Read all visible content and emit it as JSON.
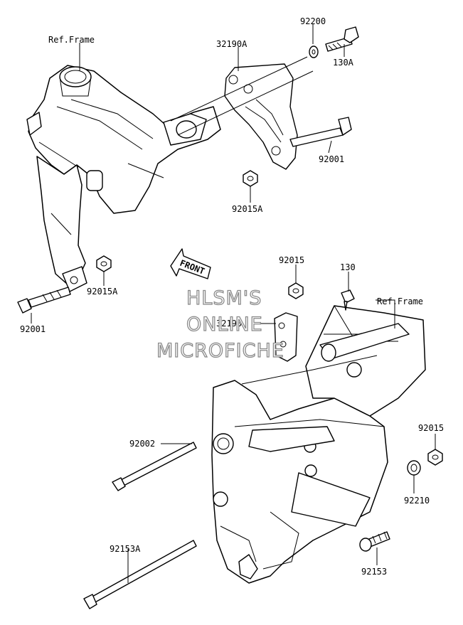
{
  "labels": {
    "ref_frame_top": "Ref.Frame",
    "ref_frame_right": "Ref.Frame",
    "p32190A": "32190A",
    "p92200": "92200",
    "p130A": "130A",
    "p92001_top": "92001",
    "p92015A_top": "92015A",
    "p92015A_left": "92015A",
    "p92001_left": "92001",
    "p92015_top": "92015",
    "p130": "130",
    "p32190": "32190",
    "p92002": "92002",
    "p92015_right": "92015",
    "p92210": "92210",
    "p92153A": "92153A",
    "p92153": "92153"
  },
  "front_arrow": "FRONT",
  "watermark": {
    "line1": "HLSM'S",
    "line2": "ONLINE",
    "line3": "MICROFICHE"
  }
}
